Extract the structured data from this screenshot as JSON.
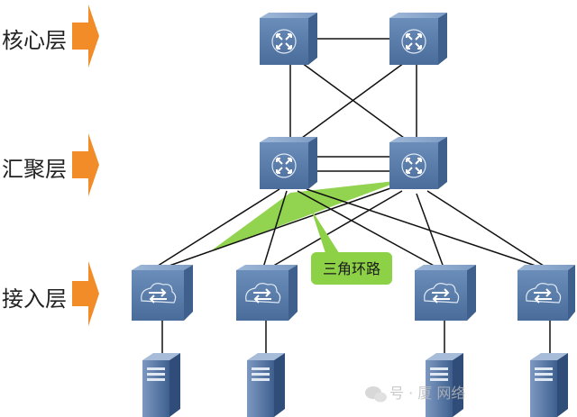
{
  "layers": [
    {
      "id": "core",
      "label": "核心层"
    },
    {
      "id": "aggregation",
      "label": "汇聚层"
    },
    {
      "id": "access",
      "label": "接入层"
    }
  ],
  "callout": {
    "label": "三角环路"
  },
  "watermark": {
    "text": "号 · 厦 网络"
  },
  "colors": {
    "device_front": "#5b7fad",
    "device_top": "#8aa7cc",
    "device_side": "#3f5f8c",
    "link": "#111111",
    "loop_fill": "#8cd146",
    "callout_fill": "#8cd146",
    "arrow": "#f28c28"
  },
  "icons": {
    "core": "router-icon",
    "aggregation": "router-icon",
    "access": "switch-icon",
    "endpoint": "server-icon"
  }
}
